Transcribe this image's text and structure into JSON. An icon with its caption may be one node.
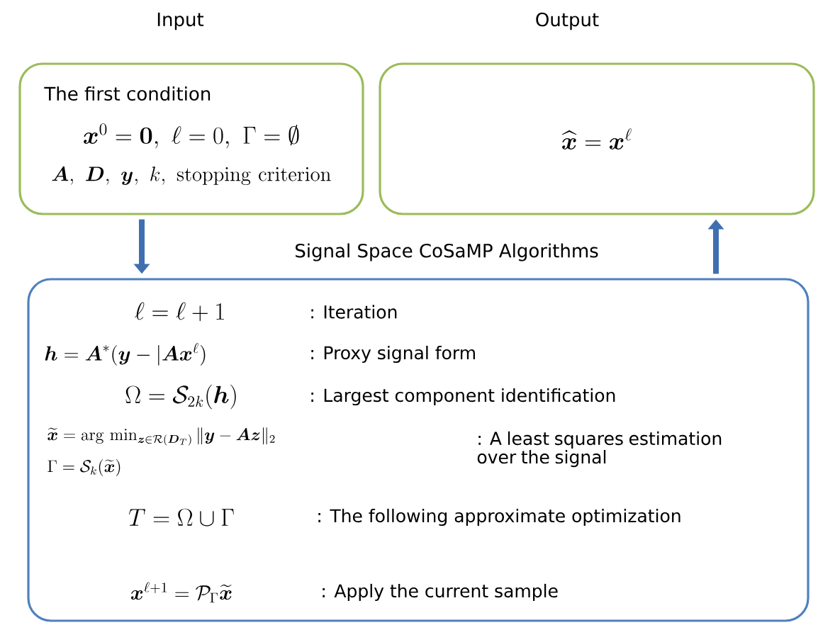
{
  "diagram": {
    "nodes": [
      {
        "text": [
          "Input",
          "The first condition",
          "\\boldsymbol{x}^0 = \\mathbf{0},\\ \\ell = 0,\\ \\Gamma = \\emptyset",
          "\\boldsymbol{A},\\ \\boldsymbol{D},\\ \\boldsymbol{y},\\ k,\\ \\mathrm{stopping\\ criterion}"
        ]
      },
      {
        "text": [
          "Output",
          "\\widehat{\\boldsymbol{x}} = \\boldsymbol{x}^\\ell"
        ]
      },
      {
        "text": [
          "Signal Space CoSaMP Algorithms",
          "\\ell = \\ell + 1",
          ": Iteration",
          "\\boldsymbol{h} = \\boldsymbol{A}^*(\\boldsymbol{y} - |\\boldsymbol{A}\\boldsymbol{x}^\\ell)",
          ": Proxy signal form",
          "\\Omega = \\mathcal{S}_{2k}(\\boldsymbol{h})",
          ": Largest component identification",
          "\\widetilde{\\boldsymbol{x}} = \\arg\\,\\min\\nolimits_{\\boldsymbol{z}\\in\\mathcal{R}(\\boldsymbol{D}_T)} \\|\\boldsymbol{y} - \\boldsymbol{A}\\boldsymbol{z}\\|_2",
          "\\Gamma = \\mathcal{S}_k(\\widetilde{\\boldsymbol{x}})",
          ": A least squares estimation over the signal",
          "T = \\Omega \\cup \\Gamma",
          ": The following approximate optimization",
          "\\boldsymbol{x}^{\\ell+1} = \\mathcal{P}_\\Gamma \\widetilde{\\boldsymbol{x}}",
          ": Apply the current sample"
        ]
      }
    ],
    "edges": [
      {
        "from": 0,
        "to": 2,
        "arrow": "to"
      },
      {
        "from": 2,
        "to": 1,
        "arrow": "to"
      }
    ]
  }
}
